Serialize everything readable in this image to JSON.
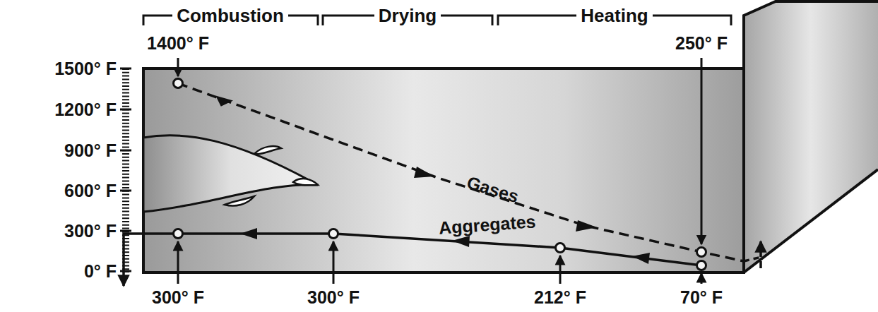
{
  "diagram": {
    "labels": [
      "Combustion",
      "Drying",
      "Heating",
      "1400° F",
      "250° F",
      "1500° F",
      "1200° F",
      "900° F",
      "600° F",
      "300° F",
      "0° F",
      "Gases",
      "Aggregates",
      "300° F",
      "300° F",
      "212° F",
      "70° F"
    ]
  }
}
